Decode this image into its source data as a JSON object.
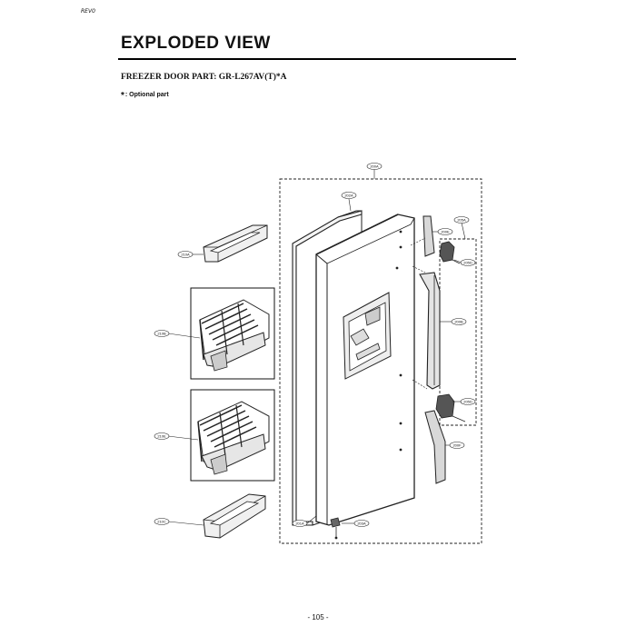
{
  "header": {
    "rev": "REV0"
  },
  "title": "EXPLODED VIEW",
  "subtitle": "FREEZER DOOR PART: GR-L267AV(T)*A",
  "note": {
    "star": "*",
    "text": ": Optional part"
  },
  "labels": {
    "l200A": "200A",
    "l202A": "202A",
    "l205A": "205A",
    "l200E": "200E",
    "l205D1": "205D",
    "l200B": "200B",
    "l205D2": "205D",
    "l200F": "200F",
    "l201A": "201A",
    "l203A": "203A",
    "l210A": "210A",
    "l210B": "210B",
    "l210E": "210E",
    "l210C": "210C"
  },
  "footer": {
    "page": "- 105 -"
  }
}
